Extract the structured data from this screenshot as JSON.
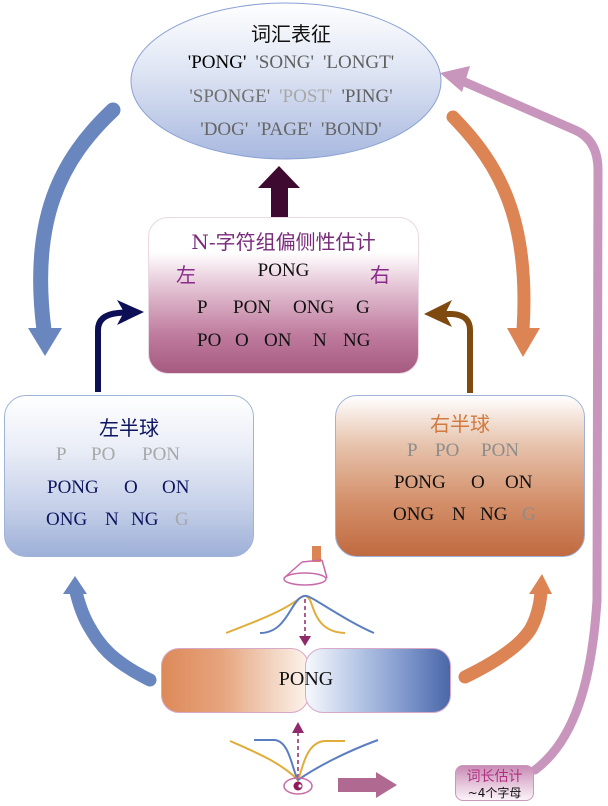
{
  "colors": {
    "blue_arrow": "#6a86bf",
    "orange_arrow": "#dc8454",
    "purple_arrow": "#c896bd",
    "dark_purple_arrow": "#3f0a30",
    "navy_arrow": "#0c0f55",
    "brown_arrow": "#7f4a10",
    "ngram_title": "#7a2a7a",
    "navy_text": "#0c1460",
    "gray_text": "#a0a0a0",
    "right_title": "#d07a40",
    "magenta_dash": "#8e2a6a"
  },
  "lexical": {
    "title": "词汇表征",
    "rows": [
      [
        {
          "text": "'PONG'",
          "tone": "black"
        },
        {
          "text": "'SONG'",
          "tone": "gray"
        },
        {
          "text": "'LONGT'",
          "tone": "gray"
        }
      ],
      [
        {
          "text": "'SPONGE'",
          "tone": "gray"
        },
        {
          "text": "'POST'",
          "tone": "light"
        },
        {
          "text": "'PING'",
          "tone": "gray"
        }
      ],
      [
        {
          "text": "'DOG'",
          "tone": "gray"
        },
        {
          "text": "'PAGE'",
          "tone": "gray"
        },
        {
          "text": "'BOND'",
          "tone": "gray"
        }
      ]
    ]
  },
  "ngram": {
    "title": "N-字符组偏侧性估计",
    "left_label": "左",
    "right_label": "右",
    "word": "PONG",
    "row1": [
      "P",
      "PON",
      "ONG",
      "G"
    ],
    "row2": [
      "PO",
      "O",
      "ON",
      "N",
      "NG"
    ]
  },
  "left_hemisphere": {
    "title": "左半球",
    "row1": [
      {
        "text": "P",
        "tone": "gray"
      },
      {
        "text": "PO",
        "tone": "gray"
      },
      {
        "text": "PON",
        "tone": "gray"
      }
    ],
    "row2": [
      {
        "text": "PONG",
        "tone": "dark"
      },
      {
        "text": "O",
        "tone": "dark"
      },
      {
        "text": "ON",
        "tone": "dark"
      }
    ],
    "row3": [
      {
        "text": "ONG",
        "tone": "dark"
      },
      {
        "text": "N",
        "tone": "dark"
      },
      {
        "text": "NG",
        "tone": "dark"
      },
      {
        "text": "G",
        "tone": "gray"
      }
    ]
  },
  "right_hemisphere": {
    "title": "右半球",
    "row1": [
      {
        "text": "P",
        "tone": "gray"
      },
      {
        "text": "PO",
        "tone": "gray"
      },
      {
        "text": "PON",
        "tone": "gray"
      }
    ],
    "row2": [
      {
        "text": "PONG",
        "tone": "dark"
      },
      {
        "text": "O",
        "tone": "dark"
      },
      {
        "text": "ON",
        "tone": "dark"
      }
    ],
    "row3": [
      {
        "text": "ONG",
        "tone": "dark"
      },
      {
        "text": "N",
        "tone": "dark"
      },
      {
        "text": "NG",
        "tone": "dark"
      },
      {
        "text": "G",
        "tone": "gray"
      }
    ]
  },
  "stimulus": {
    "word": "PONG"
  },
  "word_length": {
    "title": "词长估计",
    "value": "~4个字母"
  }
}
